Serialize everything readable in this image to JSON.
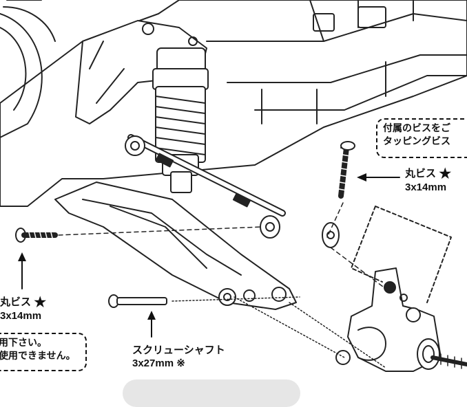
{
  "labels": {
    "screw_top": {
      "name": "丸ビス",
      "star": "★",
      "size": "3x14mm"
    },
    "screw_left": {
      "name": "丸ビス",
      "star": "★",
      "size": "3x14mm"
    },
    "shaft": {
      "name": "スクリューシャフト",
      "size": "3x27mm ※"
    }
  },
  "callouts": {
    "top_right": {
      "line1": "付属のビスをご",
      "line2": "タッピングビス"
    },
    "bottom_left": {
      "line1": "用下さい。",
      "line2": "使用できません。"
    }
  },
  "colors": {
    "line": "#111111",
    "pill": "#e6e6e6"
  }
}
